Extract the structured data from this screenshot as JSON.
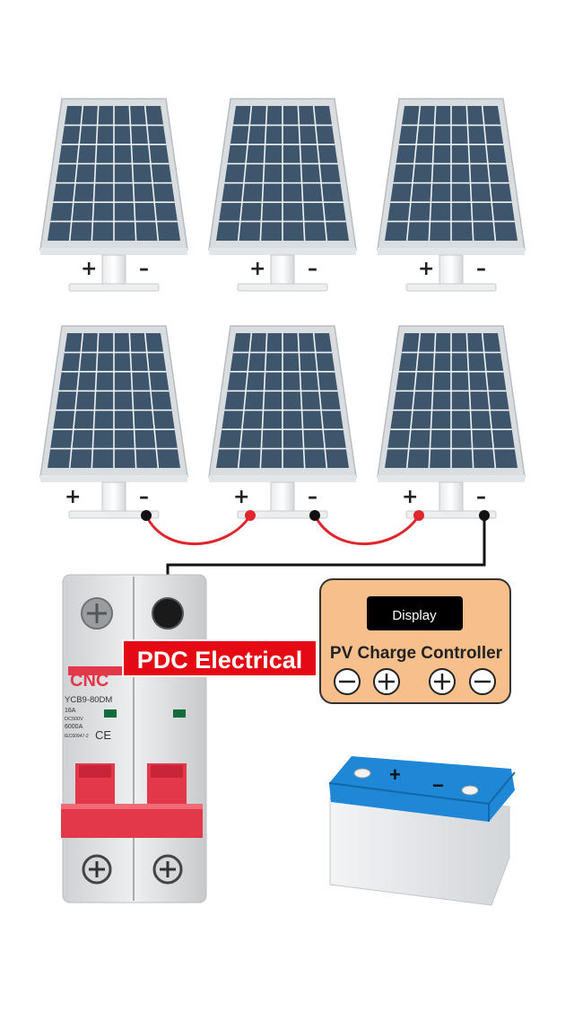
{
  "panels": {
    "row1": [
      {
        "plus": "+",
        "minus": "–"
      },
      {
        "plus": "+",
        "minus": "–"
      },
      {
        "plus": "+",
        "minus": "–"
      }
    ],
    "row2": [
      {
        "plus": "+",
        "minus": "–"
      },
      {
        "plus": "+",
        "minus": "–"
      },
      {
        "plus": "+",
        "minus": "–"
      }
    ]
  },
  "breaker": {
    "brand": "CNC",
    "model": "YCB9-80DM",
    "rating": "16A",
    "voltage": "DC500V",
    "capacity": "6000A",
    "standard": "IEC60947-2",
    "ce": "CE"
  },
  "controller": {
    "display_label": "Display",
    "title": "PV Charge Controller",
    "terminals": [
      "−",
      "+",
      "+",
      "−"
    ]
  },
  "battery": {
    "plus": "+",
    "minus": "−"
  },
  "watermark": "PDC Electrical",
  "colors": {
    "panel_cell": "#3e566b",
    "panel_frame": "#d9dde0",
    "wire_red": "#e0262d",
    "wire_black": "#111111",
    "controller_fill": "#f6bf8c",
    "battery_top": "#1e88d6",
    "breaker_red": "#e3384a",
    "label_red": "#e50914"
  }
}
